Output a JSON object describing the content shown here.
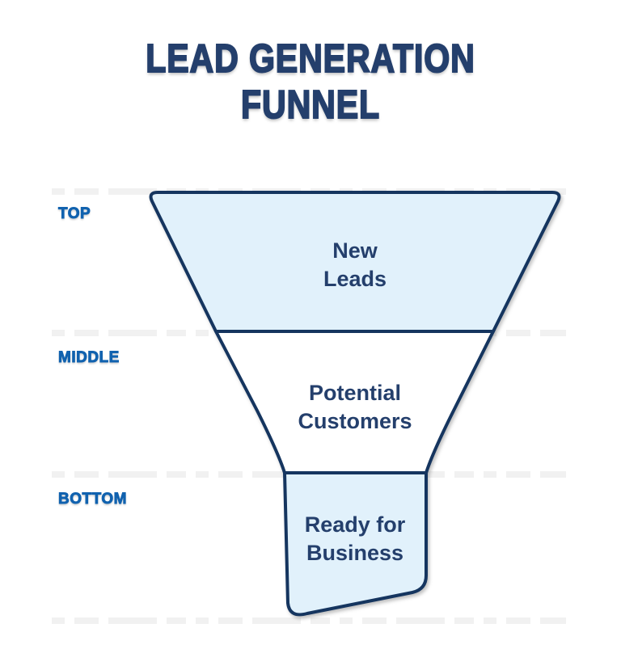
{
  "title": {
    "line1": "LEAD GENERATION",
    "line2": "FUNNEL"
  },
  "stage_labels": [
    {
      "id": "top",
      "label": "TOP"
    },
    {
      "id": "middle",
      "label": "MIDDLE"
    },
    {
      "id": "bottom",
      "label": "BOTTOM"
    }
  ],
  "funnel": {
    "sections": [
      {
        "id": "top",
        "label": "New\nLeads",
        "fill": "#e1f1fb"
      },
      {
        "id": "middle",
        "label": "Potential\nCustomers",
        "fill": "#ffffff"
      },
      {
        "id": "bottom",
        "label": "Ready for\nBusiness",
        "fill": "#e1f1fb"
      }
    ]
  },
  "colors": {
    "title_navy": "#243f6c",
    "outline_navy": "#15355f",
    "section_fill_blue": "#e1f1fb",
    "section_fill_white": "#ffffff",
    "stage_label_blue": "#1162af",
    "dashed_line_gray": "#f1f1f1",
    "background": "#ffffff"
  }
}
